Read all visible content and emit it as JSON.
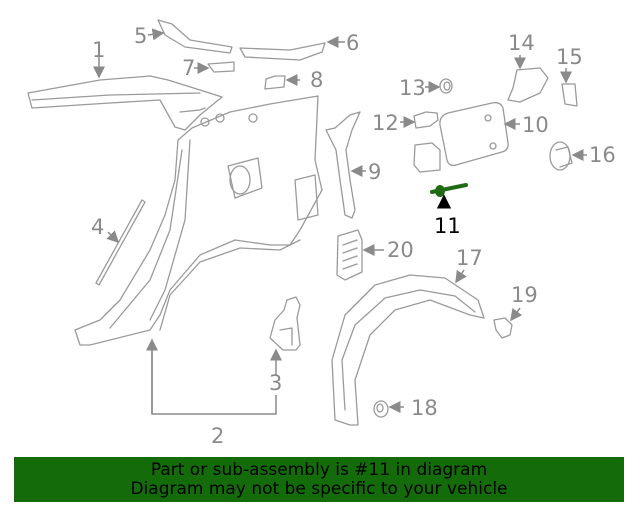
{
  "diagram": {
    "highlighted_part": "11",
    "highlight_color": "#1e6b12",
    "callouts": [
      {
        "id": "c1",
        "label": "1"
      },
      {
        "id": "c2",
        "label": "2"
      },
      {
        "id": "c3",
        "label": "3"
      },
      {
        "id": "c4",
        "label": "4"
      },
      {
        "id": "c5",
        "label": "5"
      },
      {
        "id": "c6",
        "label": "6"
      },
      {
        "id": "c7",
        "label": "7"
      },
      {
        "id": "c8",
        "label": "8"
      },
      {
        "id": "c9",
        "label": "9"
      },
      {
        "id": "c10",
        "label": "10"
      },
      {
        "id": "c11",
        "label": "11"
      },
      {
        "id": "c12",
        "label": "12"
      },
      {
        "id": "c13",
        "label": "13"
      },
      {
        "id": "c14",
        "label": "14"
      },
      {
        "id": "c15",
        "label": "15"
      },
      {
        "id": "c16",
        "label": "16"
      },
      {
        "id": "c17",
        "label": "17"
      },
      {
        "id": "c18",
        "label": "18"
      },
      {
        "id": "c19",
        "label": "19"
      },
      {
        "id": "c20",
        "label": "20"
      }
    ]
  },
  "banner": {
    "line1": "Part or sub-assembly is #11 in diagram",
    "line2": "Diagram may not be specific to your vehicle",
    "background": "#136c09"
  }
}
